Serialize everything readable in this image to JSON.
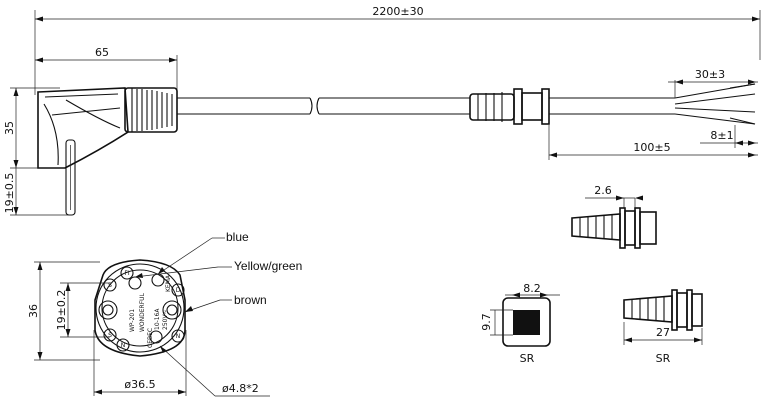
{
  "dimensions": {
    "total_length": "2200±30",
    "plug_width": "65",
    "plug_height": "35",
    "pin_length": "19±0.5",
    "strip_length": "30±3",
    "inner_strip": "8±1",
    "jacket_strip": "100±5",
    "bushing_width": "2.6",
    "bushing_length": "27",
    "sr_width": "8.2",
    "sr_height": "9.7",
    "face_height": "36",
    "pin_spacing": "19±0.2",
    "face_diameter": "ø36.5",
    "pin_diameter": "ø4.8*2"
  },
  "wires": {
    "blue": "blue",
    "yellow_green": "Yellow/green",
    "brown": "brown"
  },
  "labels": {
    "sr_left": "SR",
    "sr_right": "SR"
  },
  "face_markings": {
    "model": "WP-201",
    "brand": "WONDERFUL",
    "rating_current": "10-16A",
    "rating_voltage": "250V~",
    "cert_marks": [
      "S",
      "N",
      "D",
      "FI",
      "VDE",
      "KEMA",
      "CEBEC",
      "ÖVE"
    ]
  }
}
